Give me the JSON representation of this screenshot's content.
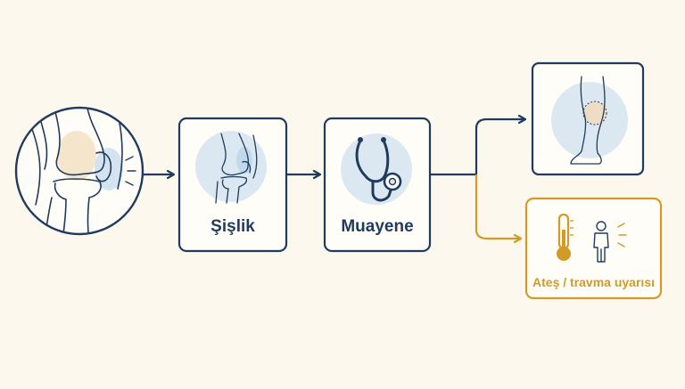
{
  "colors": {
    "background": "#fdf8ee",
    "navy": "#1f3b5e",
    "amber": "#d29a27",
    "light_blue": "#dce8f1",
    "beige": "#f0dcbc"
  },
  "nodes": {
    "knee_circle": {
      "icon": "knee-joint-icon"
    },
    "swelling": {
      "label": "Şişlik",
      "icon": "swollen-knee-icon"
    },
    "examination": {
      "label": "Muayene",
      "icon": "stethoscope-icon"
    },
    "leg_outcome": {
      "icon": "leg-swelling-icon"
    },
    "warning": {
      "label": "Ateş / travma uyarısı",
      "icons": [
        "thermometer-icon",
        "person-icon"
      ]
    }
  }
}
